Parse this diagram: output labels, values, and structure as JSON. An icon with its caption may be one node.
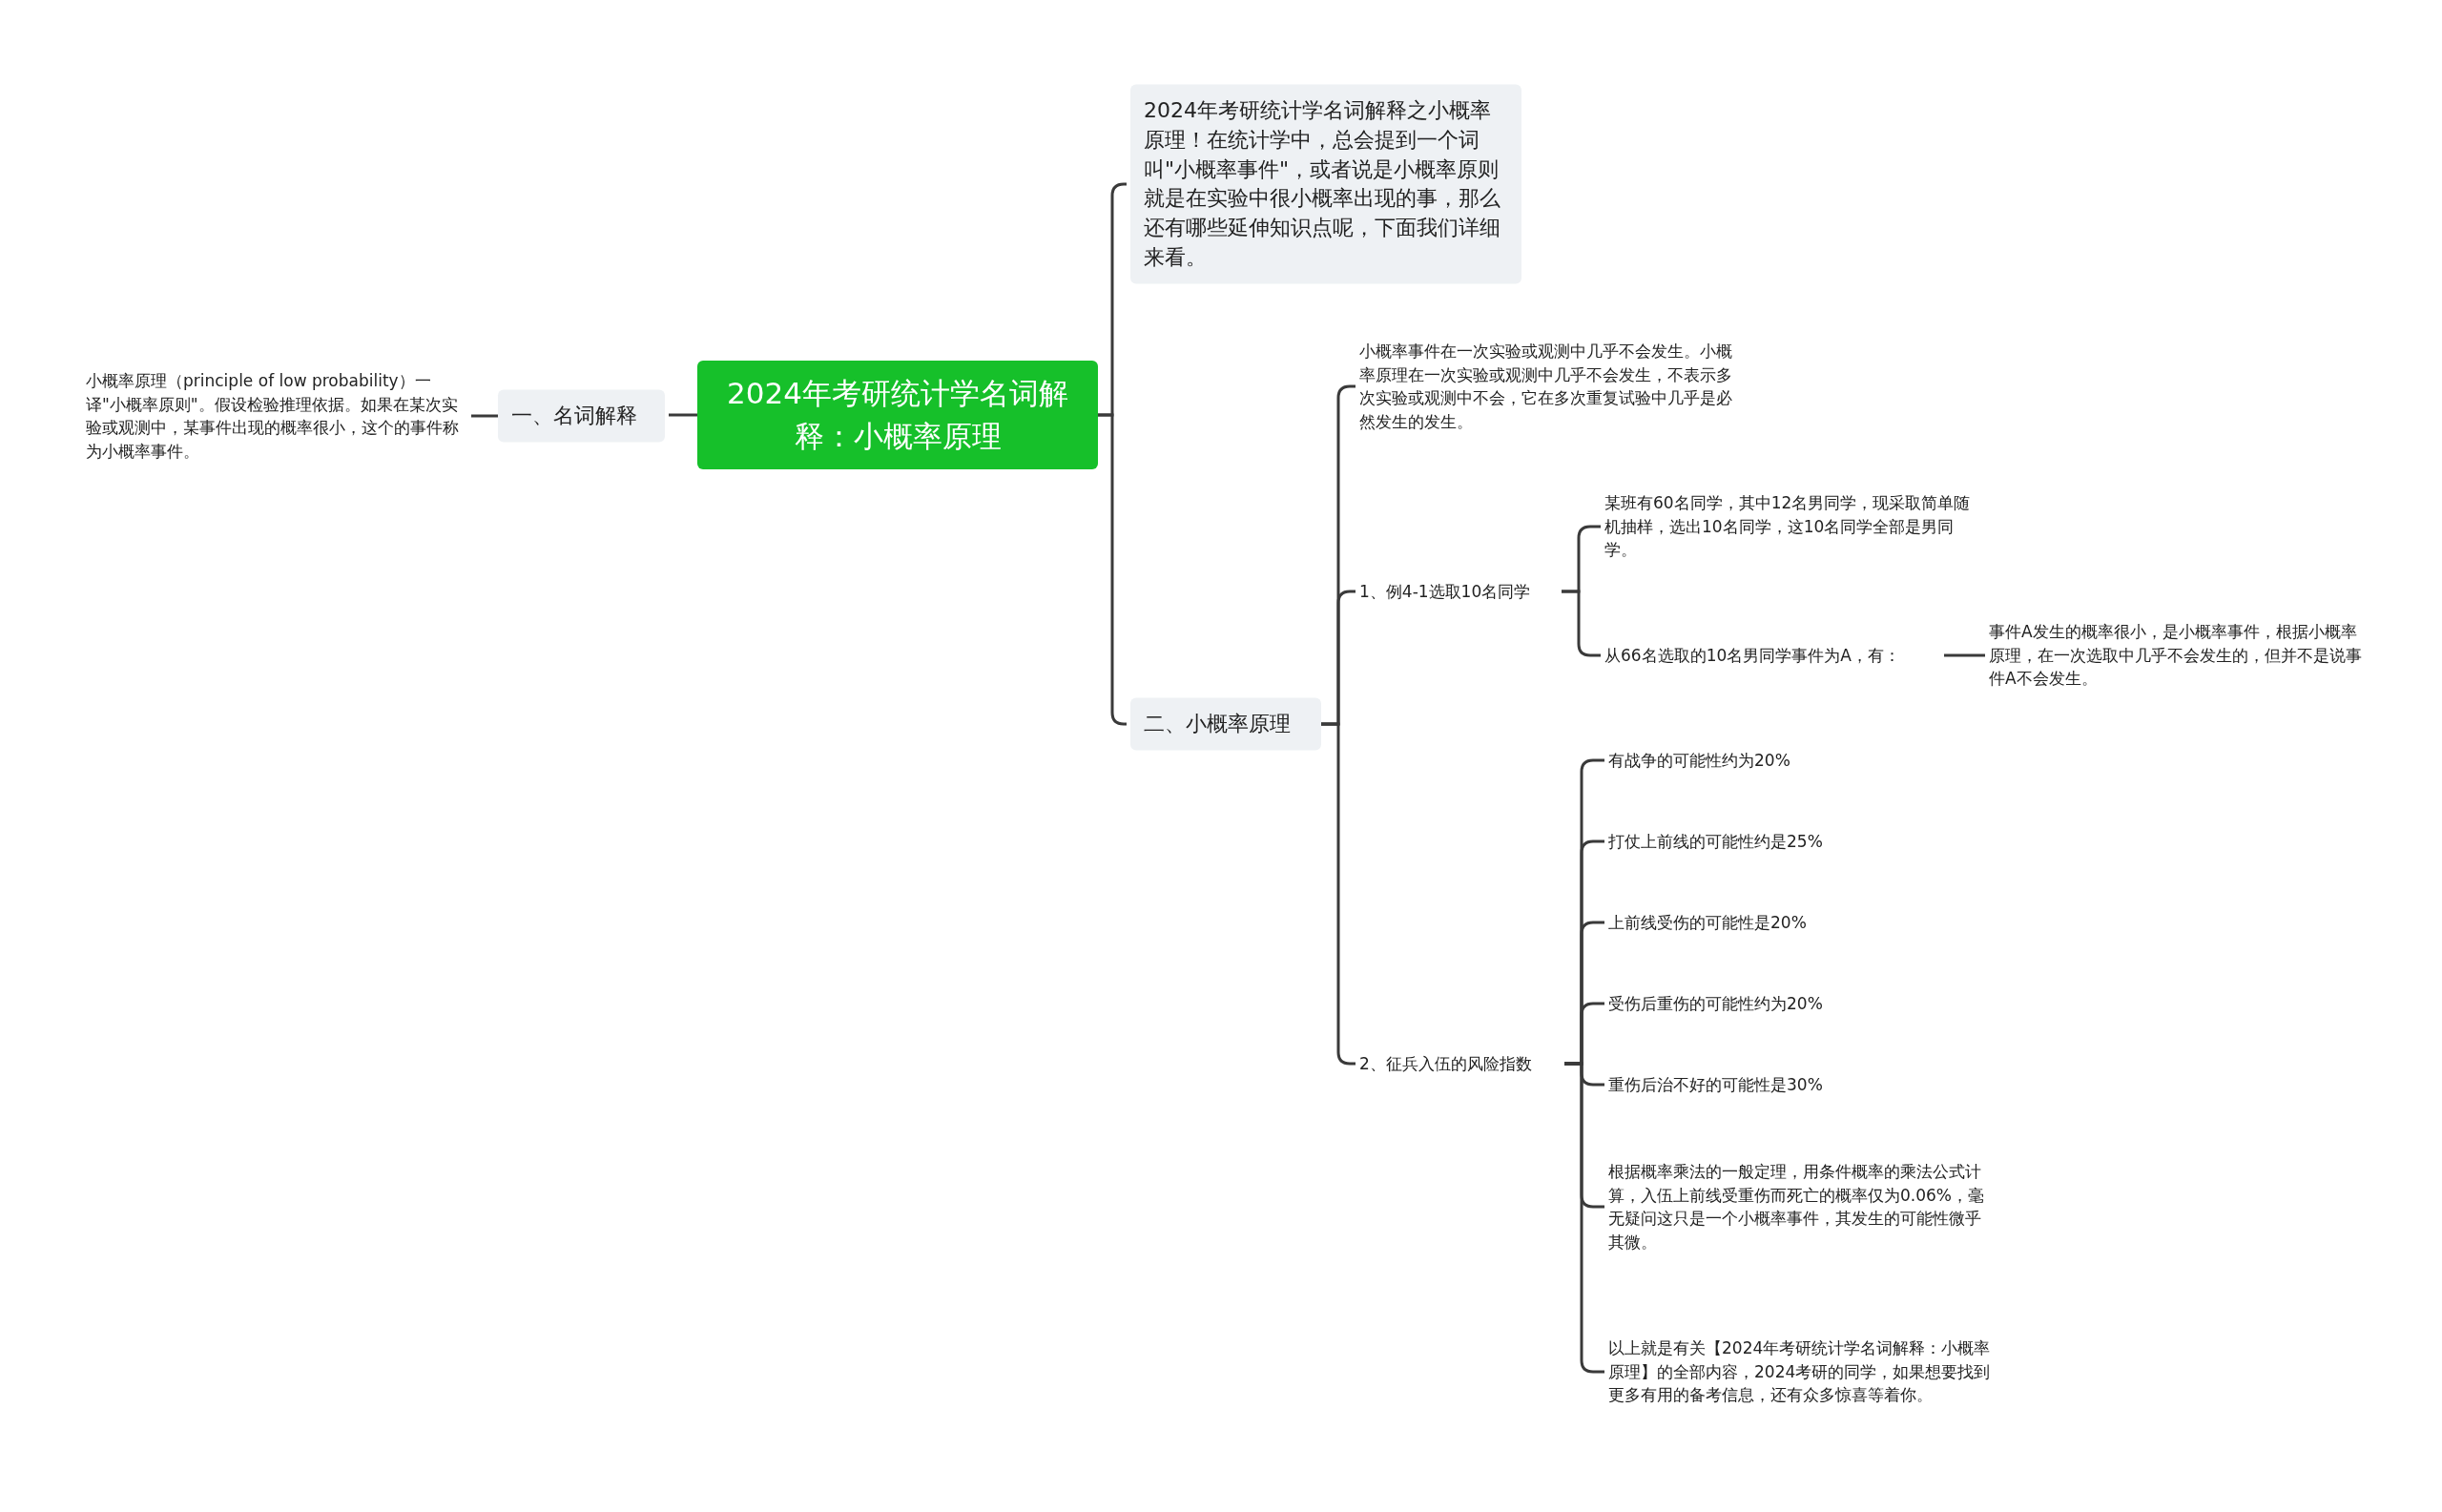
{
  "diagram": {
    "nodes": [
      {
        "text": [
          "2024年考研统计学名词解释：小概率原理"
        ]
      },
      {
        "text": [
          "一、名词解释"
        ]
      },
      {
        "text": [
          "小概率原理（principle of low probability）一译\"小概率原则\"。假设检验推理依据。如果在某次实验或观测中，某事件出现的概率很小，这个的事件称为小概率事件。"
        ]
      },
      {
        "text": [
          "2024年考研统计学名词解释之小概率原理！在统计学中，总会提到一个词叫\"小概率事件\"，或者说是小概率原则就是在实验中很小概率出现的事，那么还有哪些延伸知识点呢，下面我们详细来看。"
        ]
      },
      {
        "text": [
          "二、小概率原理"
        ]
      },
      {
        "text": [
          "小概率事件在一次实验或观测中几乎不会发生。小概率原理在一次实验或观测中几乎不会发生，不表示多次实验或观测中不会，它在多次重复试验中几乎是必然发生的发生。"
        ]
      },
      {
        "text": [
          "1、例4-1选取10名同学"
        ]
      },
      {
        "text": [
          "某班有60名同学，其中12名男同学，现采取简单随机抽样，选出10名同学，这10名同学全部是男同学。"
        ]
      },
      {
        "text": [
          "从66名选取的10名男同学事件为A，有："
        ]
      },
      {
        "text": [
          "事件A发生的概率很小，是小概率事件，根据小概率原理，在一次选取中几乎不会发生的，但并不是说事件A不会发生。"
        ]
      },
      {
        "text": [
          "2、征兵入伍的风险指数"
        ]
      },
      {
        "text": [
          "有战争的可能性约为20%"
        ]
      },
      {
        "text": [
          "打仗上前线的可能性约是25%"
        ]
      },
      {
        "text": [
          "上前线受伤的可能性是20%"
        ]
      },
      {
        "text": [
          "受伤后重伤的可能性约为20%"
        ]
      },
      {
        "text": [
          "重伤后治不好的可能性是30%"
        ]
      },
      {
        "text": [
          "根据概率乘法的一般定理，用条件概率的乘法公式计算，入伍上前线受重伤而死亡的概率仅为0.06%，毫无疑问这只是一个小概率事件，其发生的可能性微乎其微。"
        ]
      },
      {
        "text": [
          "以上就是有关【2024年考研统计学名词解释：小概率原理】的全部内容，2024考研的同学，如果想要找到更多有用的备考信息，还有众多惊喜等着你。"
        ]
      }
    ],
    "edges": [
      {
        "from": 0,
        "to": 1,
        "arrow": "none"
      },
      {
        "from": 1,
        "to": 2,
        "arrow": "none"
      },
      {
        "from": 0,
        "to": 3,
        "arrow": "none"
      },
      {
        "from": 0,
        "to": 4,
        "arrow": "none"
      },
      {
        "from": 4,
        "to": 5,
        "arrow": "none"
      },
      {
        "from": 4,
        "to": 6,
        "arrow": "none"
      },
      {
        "from": 6,
        "to": 7,
        "arrow": "none"
      },
      {
        "from": 6,
        "to": 8,
        "arrow": "none"
      },
      {
        "from": 8,
        "to": 9,
        "arrow": "none"
      },
      {
        "from": 4,
        "to": 10,
        "arrow": "none"
      },
      {
        "from": 10,
        "to": 11,
        "arrow": "none"
      },
      {
        "from": 10,
        "to": 12,
        "arrow": "none"
      },
      {
        "from": 10,
        "to": 13,
        "arrow": "none"
      },
      {
        "from": 10,
        "to": 14,
        "arrow": "none"
      },
      {
        "from": 10,
        "to": 15,
        "arrow": "none"
      },
      {
        "from": 10,
        "to": 16,
        "arrow": "none"
      },
      {
        "from": 10,
        "to": 17,
        "arrow": "none"
      }
    ]
  }
}
